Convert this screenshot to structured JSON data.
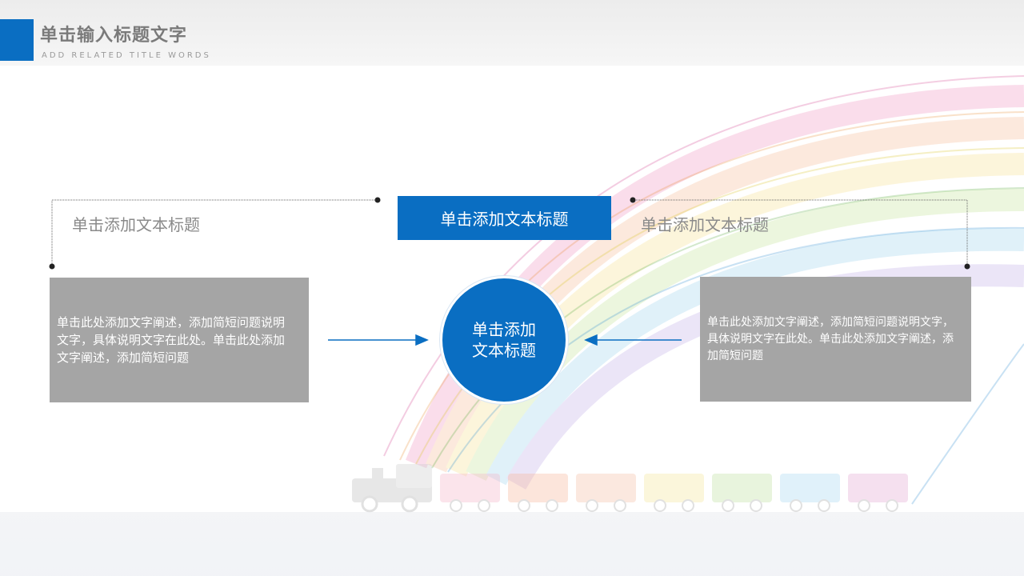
{
  "header": {
    "title": "单击输入标题文字",
    "subtitle": "ADD RELATED TITLE WORDS"
  },
  "diagram": {
    "center_tag": "单击添加文本标题",
    "left_title": "单击添加文本标题",
    "right_title": "单击添加文本标题",
    "left_body": "单击此处添加文字阐述，添加简短问题说明文字，具体说明文字在此处。单击此处添加文字阐述，添加简短问题",
    "right_body": "单击此处添加文字阐述，添加简短问题说明文字，具体说明文字在此处。单击此处添加文字阐述，添加简短问题",
    "circle_line1": "单击添加",
    "circle_line2": "文本标题"
  },
  "colors": {
    "accent": "#0a6ec2",
    "box_gray": "#a5a5a5",
    "title_gray": "#8a8a8a"
  }
}
